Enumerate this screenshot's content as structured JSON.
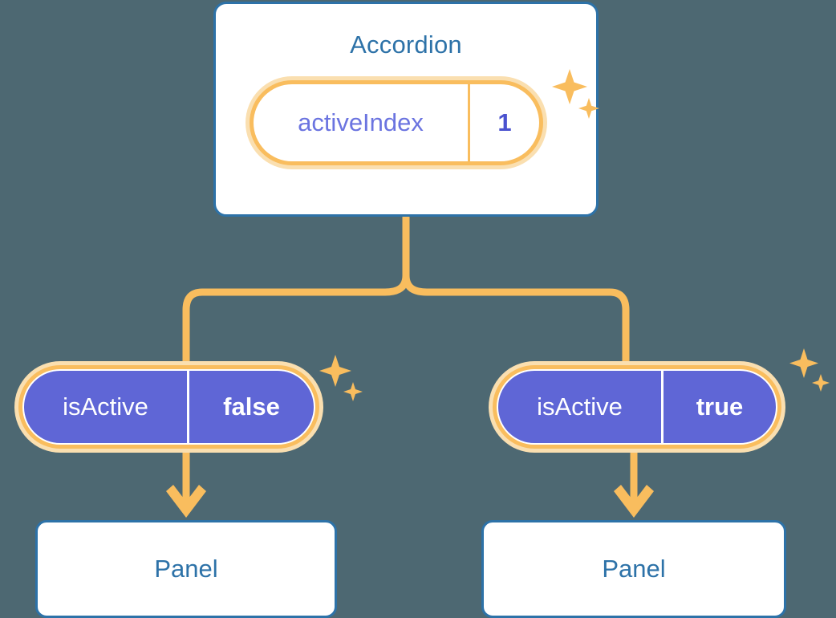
{
  "theme": {
    "background": "#4d6872",
    "card_border": "#2d72a8",
    "card_fill": "#ffffff",
    "title_color": "#2d72a8",
    "connector_gold": "#f9bd5e",
    "ring_outer_gold": "#fadfb0",
    "pill_purple": "#5f66d6",
    "pill_text_purple": "#6b74e0",
    "pill_value_purple": "#4a52cf",
    "pill_text_white": "#ffffff"
  },
  "tree": {
    "root": {
      "title": "Accordion",
      "prop": {
        "key": "activeIndex",
        "value": "1",
        "style": "light"
      },
      "sparkle": "sparkle-icon"
    },
    "children": [
      {
        "prop": {
          "key": "isActive",
          "value": "false",
          "style": "filled"
        },
        "sparkle": "sparkle-icon",
        "panel": {
          "title": "Panel"
        }
      },
      {
        "prop": {
          "key": "isActive",
          "value": "true",
          "style": "filled"
        },
        "sparkle": "sparkle-icon",
        "panel": {
          "title": "Panel"
        }
      }
    ]
  }
}
